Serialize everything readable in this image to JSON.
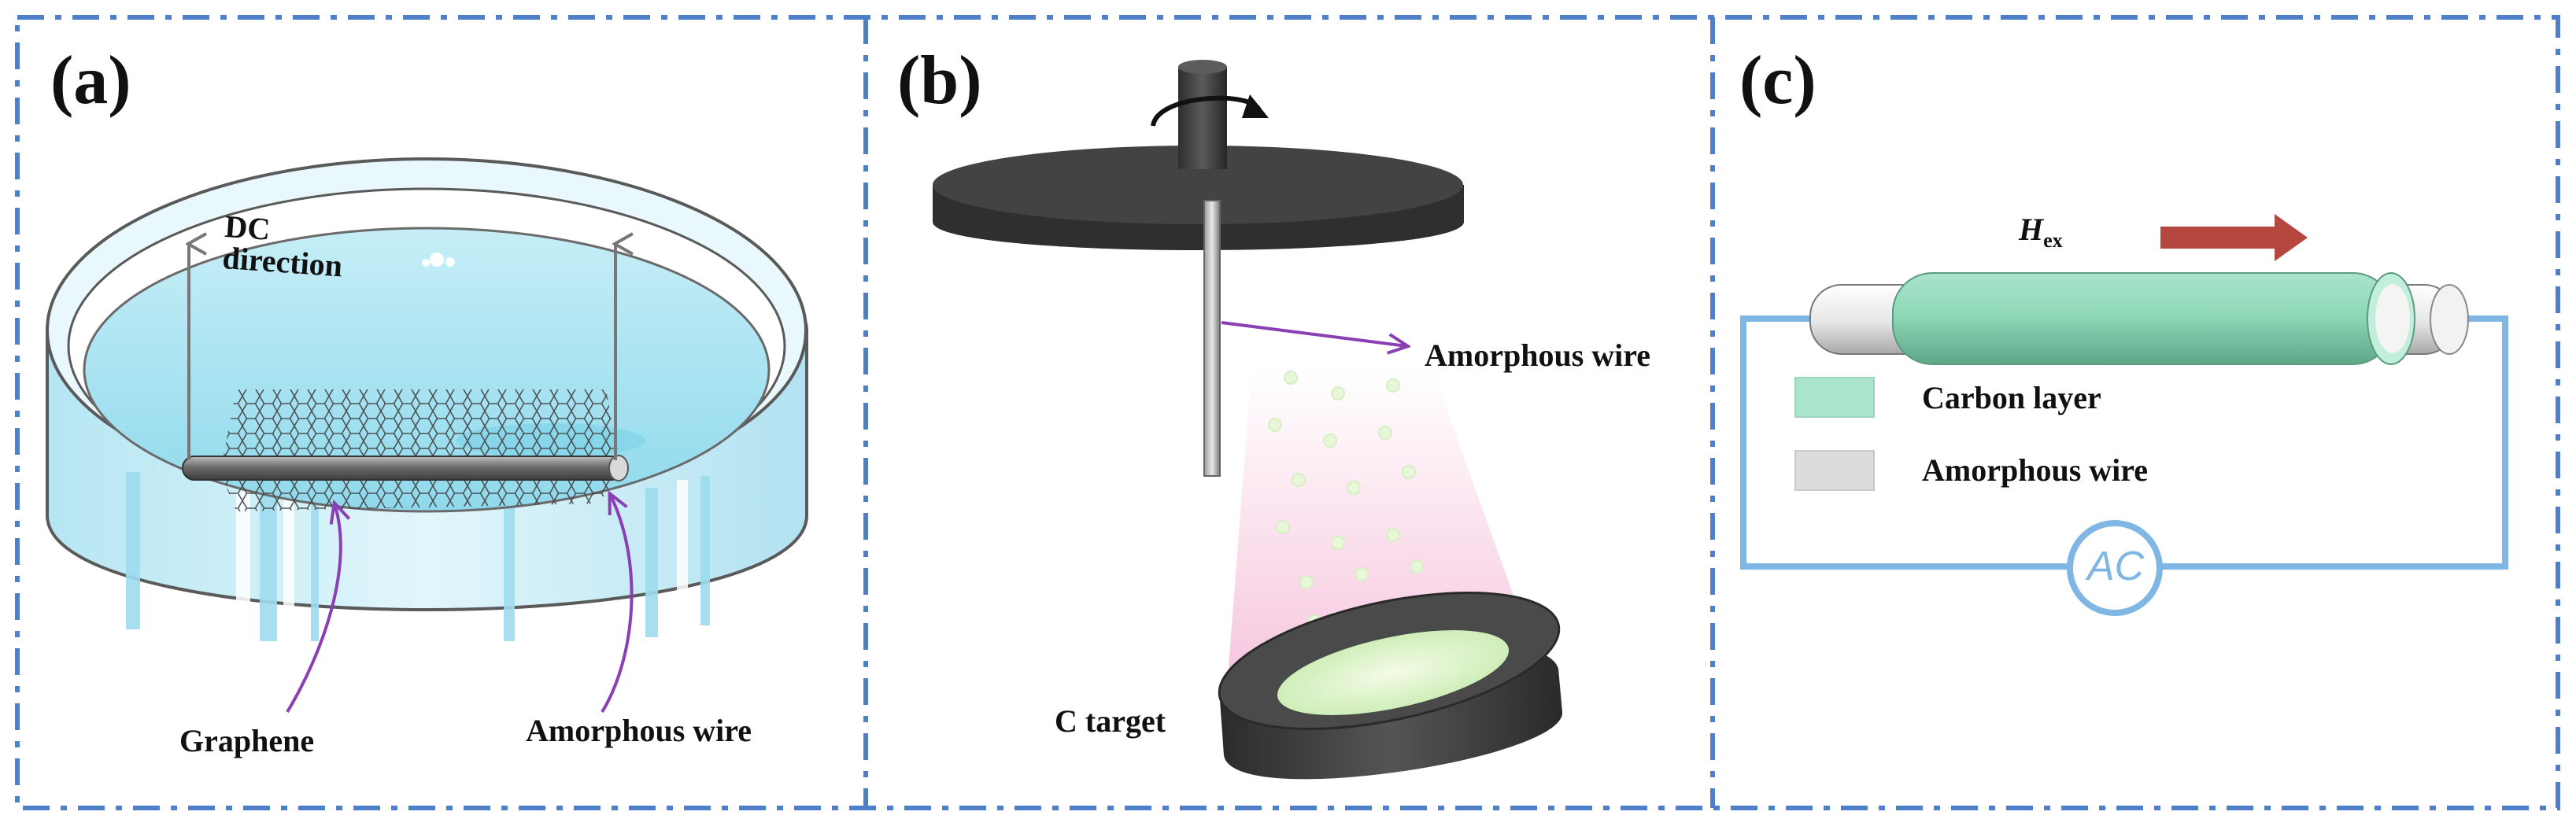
{
  "panel_a": {
    "letter": "(a)",
    "dc_label_line1": "DC",
    "dc_label_line2": "direction",
    "graphene_label": "Graphene",
    "wire_label": "Amorphous wire"
  },
  "panel_b": {
    "letter": "(b)",
    "wire_label": "Amorphous wire",
    "target_label": "C target"
  },
  "panel_c": {
    "letter": "(c)",
    "hex_symbol": "H",
    "hex_subscript": "ex",
    "legend": [
      {
        "label": "Carbon layer",
        "color": "#8fd8b8"
      },
      {
        "label": "Amorphous wire",
        "color": "#dcdcdc"
      }
    ],
    "source_label": "AC"
  },
  "colors": {
    "frame_dash": "#4f7fc8",
    "arrow_purple": "#8a3fb5",
    "circuit_blue": "#7fb6e3",
    "field_arrow": "#b5473e",
    "water": "#a9e4f1",
    "dish_glass": "#d4f0f8",
    "disk_dark": "#3e3e3e"
  }
}
